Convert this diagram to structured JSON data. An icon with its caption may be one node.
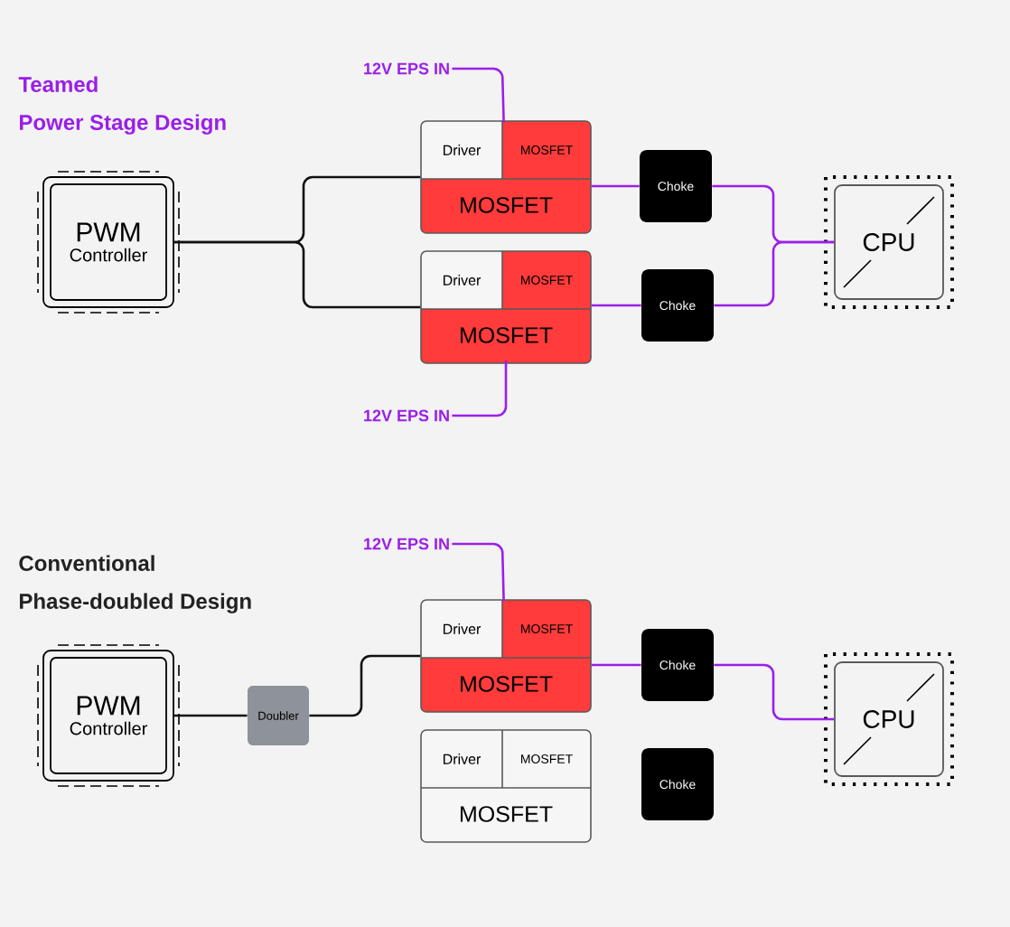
{
  "diagram": {
    "nodes": [
      {
        "text": [
          "PWM",
          "Controller"
        ]
      },
      {
        "text": [
          "12V EPS IN"
        ]
      },
      {
        "text": [],
        "shape": "box"
      },
      {
        "text": [
          "Driver"
        ],
        "in": 2
      },
      {
        "text": [
          "MOSFET"
        ],
        "in": 2
      },
      {
        "text": [
          "MOSFET"
        ],
        "in": 2
      },
      {
        "text": [
          "Choke"
        ]
      },
      {
        "text": [
          "CPU"
        ]
      },
      {
        "text": [],
        "shape": "box"
      },
      {
        "text": [
          "Driver"
        ],
        "in": 8
      },
      {
        "text": [
          "MOSFET"
        ],
        "in": 8
      },
      {
        "text": [
          "MOSFET"
        ],
        "in": 8
      },
      {
        "text": [
          "Choke"
        ]
      },
      {
        "text": [
          "12V EPS IN"
        ]
      },
      {
        "text": [
          "PWM",
          "Controller"
        ]
      },
      {
        "text": [
          "Doubler"
        ]
      },
      {
        "text": [
          "12V EPS IN"
        ]
      },
      {
        "text": [],
        "shape": "box"
      },
      {
        "text": [
          "Driver"
        ],
        "in": 17
      },
      {
        "text": [
          "MOSFET"
        ],
        "in": 17
      },
      {
        "text": [
          "MOSFET"
        ],
        "in": 17
      },
      {
        "text": [
          "Choke"
        ]
      },
      {
        "text": [
          "CPU"
        ]
      },
      {
        "text": [],
        "shape": "box"
      },
      {
        "text": [
          "Driver"
        ],
        "in": 23
      },
      {
        "text": [
          "MOSFET"
        ],
        "in": 23
      },
      {
        "text": [
          "MOSFET"
        ],
        "in": 23
      },
      {
        "text": [
          "Choke"
        ]
      }
    ],
    "edges": [
      {
        "from": 0,
        "to": 2,
        "arrow": "none",
        "color": "#111111"
      },
      {
        "from": 0,
        "to": 8,
        "arrow": "none",
        "color": "#111111"
      },
      {
        "from": 1,
        "to": 4,
        "arrow": "none"
      },
      {
        "from": 13,
        "to": 11,
        "arrow": "none"
      },
      {
        "from": 2,
        "to": 6,
        "arrow": "none"
      },
      {
        "from": 6,
        "to": 7,
        "arrow": "none"
      },
      {
        "from": 8,
        "to": 12,
        "arrow": "none"
      },
      {
        "from": 12,
        "to": 7,
        "arrow": "none"
      },
      {
        "from": 14,
        "to": 15,
        "arrow": "none",
        "color": "#111111"
      },
      {
        "from": 15,
        "to": 17,
        "arrow": "none",
        "color": "#111111"
      },
      {
        "from": 16,
        "to": 19,
        "arrow": "none"
      },
      {
        "from": 17,
        "to": 21,
        "arrow": "none"
      },
      {
        "from": 21,
        "to": 22,
        "arrow": "none"
      }
    ],
    "labels": [
      "Teamed Power Stage Design",
      "Conventional Phase-doubled Design"
    ]
  }
}
